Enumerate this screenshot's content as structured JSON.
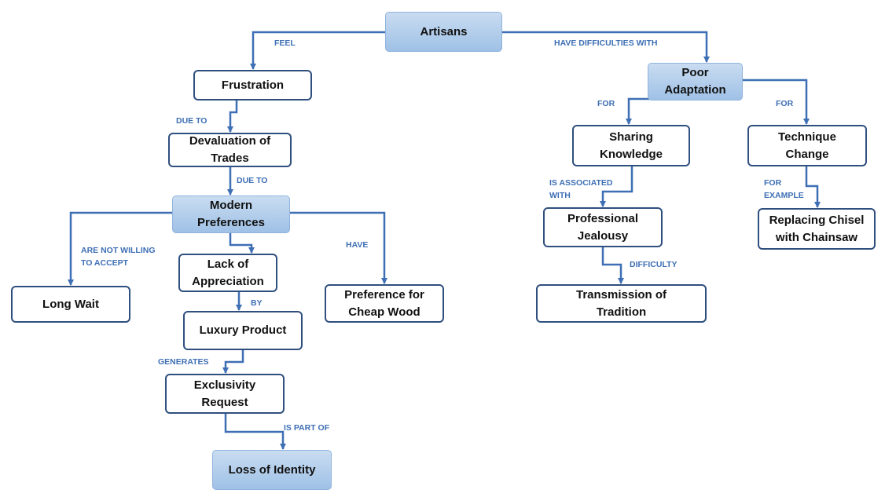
{
  "nodes": {
    "artisans": "Artisans",
    "frustration": "Frustration",
    "devaluation": "Devaluation of\nTrades",
    "modern": "Modern\nPreferences",
    "long_wait": "Long Wait",
    "lack": "Lack of\nAppreciation",
    "luxury": "Luxury Product",
    "exclusivity": "Exclusivity\nRequest",
    "loss": "Loss of Identity",
    "cheap_wood": "Preference for\nCheap Wood",
    "poor": "Poor\nAdaptation",
    "sharing": "Sharing\nKnowledge",
    "technique": "Technique\nChange",
    "jealousy": "Professional\nJealousy",
    "transmission": "Transmission of\nTradition",
    "chisel": "Replacing Chisel\nwith Chainsaw"
  },
  "edge_labels": {
    "feel": "FEEL",
    "have_difficulties": "HAVE DIFFICULTIES WITH",
    "due_to_1": "DUE TO",
    "due_to_2": "DUE TO",
    "not_willing": "ARE NOT WILLING\nTO ACCEPT",
    "have": "HAVE",
    "by": "BY",
    "generates": "GENERATES",
    "is_part_of": "IS PART OF",
    "for_left": "FOR",
    "for_right": "FOR",
    "is_associated": "IS ASSOCIATED\nWITH",
    "difficulty": "DIFFICULTY",
    "for_example": "FOR\nEXAMPLE"
  },
  "colors": {
    "line": "#3e6fb4",
    "label": "#3e6fb4",
    "box_border": "#2f4f7f",
    "blue_fill": "#b4cfed"
  }
}
